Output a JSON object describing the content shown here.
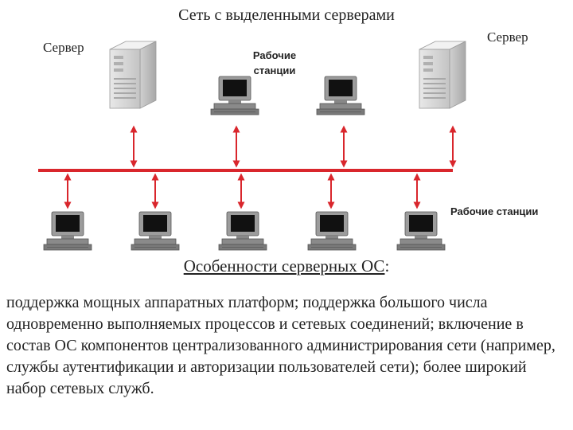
{
  "title": "Сеть с выделенными серверами",
  "labels": {
    "server_left": "Сервер",
    "server_right": "Сервер",
    "workstations_top": [
      "Рабочие",
      "станции"
    ],
    "workstations_bottom": "Рабочие станции"
  },
  "features": {
    "heading": "Особенности серверных ОС",
    "heading_suffix": ":",
    "text": "поддержка мощных аппаратных платформ; поддержка большого числа одновременно выполняемых процессов и сетевых соединений;  включение в состав ОС компонентов централизованного администрирования сети (например, службы аутентификации и авторизации пользователей сети);   более широкий набор сетевых служб."
  },
  "colors": {
    "network_line": "#d9262c",
    "text": "#222222"
  },
  "icons": {
    "server": "server-tower-icon",
    "workstation": "computer-workstation-icon"
  }
}
